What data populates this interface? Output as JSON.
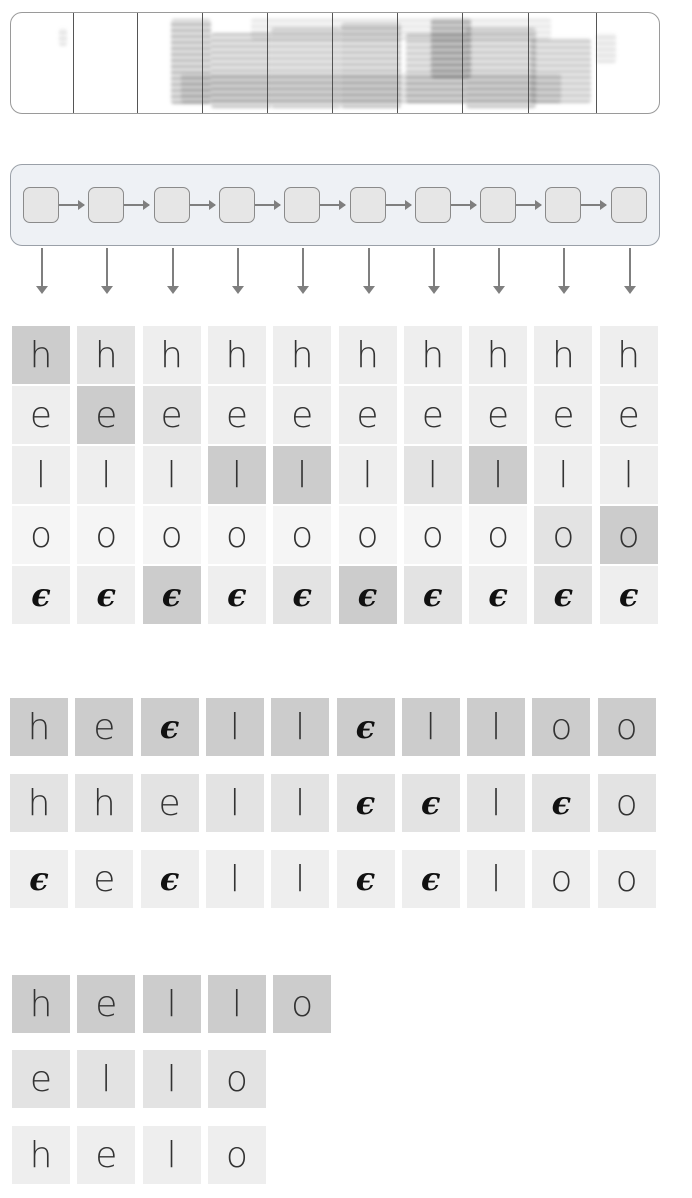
{
  "diagram": {
    "timesteps": 10,
    "symbols": [
      "h",
      "e",
      "l",
      "o",
      "ϵ"
    ],
    "colors": {
      "highlight": "#cccccc",
      "medium": "#e3e3e3",
      "light": "#eeeeee",
      "faint": "#f5f5f5",
      "arrow": "#7f7f7f",
      "rnn_fill": "#eef1f5"
    },
    "probability_grid": {
      "rows": [
        {
          "label": "h",
          "shade": [
            "highlight",
            "medium",
            "light",
            "light",
            "light",
            "light",
            "light",
            "light",
            "light",
            "light"
          ]
        },
        {
          "label": "e",
          "shade": [
            "light",
            "highlight",
            "medium",
            "light",
            "light",
            "light",
            "light",
            "light",
            "light",
            "light"
          ]
        },
        {
          "label": "l",
          "shade": [
            "light",
            "light",
            "light",
            "highlight",
            "highlight",
            "light",
            "medium",
            "highlight",
            "light",
            "light"
          ]
        },
        {
          "label": "o",
          "shade": [
            "faint",
            "faint",
            "faint",
            "faint",
            "faint",
            "faint",
            "faint",
            "faint",
            "medium",
            "highlight"
          ]
        },
        {
          "label": "ϵ",
          "shade": [
            "light",
            "light",
            "highlight",
            "light",
            "medium",
            "highlight",
            "medium",
            "light",
            "medium",
            "light"
          ]
        }
      ]
    },
    "alignments": [
      {
        "tokens": [
          "h",
          "e",
          "ϵ",
          "l",
          "l",
          "ϵ",
          "l",
          "l",
          "o",
          "o"
        ],
        "shade": "highlight"
      },
      {
        "tokens": [
          "h",
          "h",
          "e",
          "l",
          "l",
          "ϵ",
          "ϵ",
          "l",
          "ϵ",
          "o"
        ],
        "shade": "medium"
      },
      {
        "tokens": [
          "ϵ",
          "e",
          "ϵ",
          "l",
          "l",
          "ϵ",
          "ϵ",
          "l",
          "o",
          "o"
        ],
        "shade": "light"
      }
    ],
    "outputs": [
      {
        "tokens": [
          "h",
          "e",
          "l",
          "l",
          "o"
        ],
        "shade": "highlight"
      },
      {
        "tokens": [
          "e",
          "l",
          "l",
          "o"
        ],
        "shade": "medium"
      },
      {
        "tokens": [
          "h",
          "e",
          "l",
          "o"
        ],
        "shade": "light"
      }
    ]
  }
}
